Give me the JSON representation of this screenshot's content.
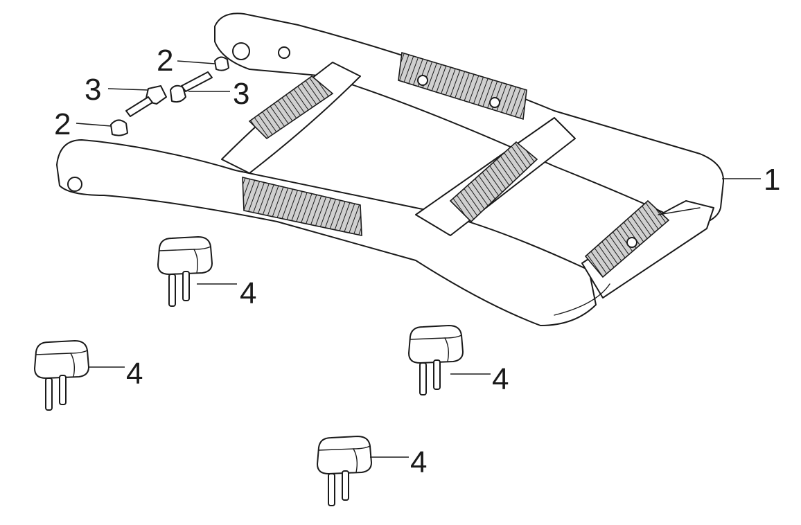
{
  "callouts": {
    "rack": "1",
    "washer_top": "2",
    "washer_left": "2",
    "bolt_left": "3",
    "bolt_right": "3",
    "cushion_a": "4",
    "cushion_b": "4",
    "cushion_c": "4",
    "cushion_d": "4"
  },
  "colors": {
    "line": "#1a1a1a",
    "grip": "#d9d9d9",
    "background": "#ffffff"
  }
}
